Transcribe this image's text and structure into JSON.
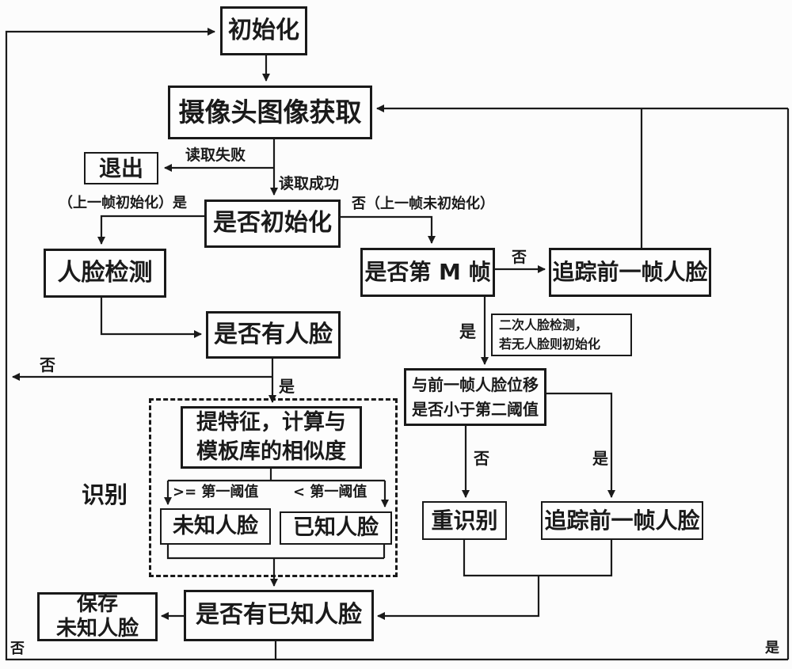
{
  "diagram": {
    "background": "#fcfcfc",
    "stroke_color": "#1a1a1a",
    "region": {
      "label": "识别"
    },
    "nodes": {
      "init": {
        "label": "初始化"
      },
      "camera": {
        "label": "摄像头图像获取"
      },
      "exit": {
        "label": "退出"
      },
      "is_init": {
        "label": "是否初始化"
      },
      "face_detect": {
        "label": "人脸检测"
      },
      "is_mth": {
        "label": "是否第 M 帧"
      },
      "track_prev_1": {
        "label": "追踪前一帧人脸"
      },
      "has_face": {
        "label": "是否有人脸"
      },
      "second_detect": {
        "label": "二次人脸检测，\n若无人脸则初始化"
      },
      "displacement": {
        "label": "与前一帧人脸位移\n是否小于第二阈值"
      },
      "extract": {
        "label": "提特征，计算与\n模板库的相似度"
      },
      "unknown_face": {
        "label": "未知人脸"
      },
      "known_face": {
        "label": "已知人脸"
      },
      "re_recognize": {
        "label": "重识别"
      },
      "track_prev_2": {
        "label": "追踪前一帧人脸"
      },
      "save_unknown": {
        "label": "保存\n未知人脸"
      },
      "has_known": {
        "label": "是否有已知人脸"
      }
    },
    "labels": {
      "read_fail": "读取失败",
      "read_success": "读取成功",
      "prev_frame_init_yes": "（上一帧初始化）是",
      "no_prev_not_init": "否（上一帧未初始化）",
      "no_mth": "否",
      "yes_mth": "是",
      "no_face": "否",
      "yes_face": "是",
      "ge_first_threshold": ">= 第一阈值",
      "lt_first_threshold": "< 第一阈值",
      "no_displacement": "否",
      "yes_displacement": "是",
      "no_known": "否",
      "yes_known": "是"
    }
  }
}
